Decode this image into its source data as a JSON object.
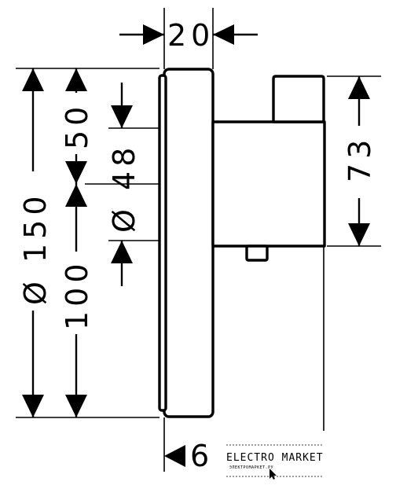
{
  "dimensions": {
    "top_width": "20",
    "overall_diameter": "Ø 150",
    "upper_offset": "50",
    "lower_offset": "100",
    "inner_diameter": "Ø 48",
    "projection": "73",
    "bottom_partial": "6"
  },
  "watermark": {
    "brand": "ELECTRO MARKET",
    "tagline": "ЭЛЕКТРОМАРКЕТ.РУ"
  }
}
